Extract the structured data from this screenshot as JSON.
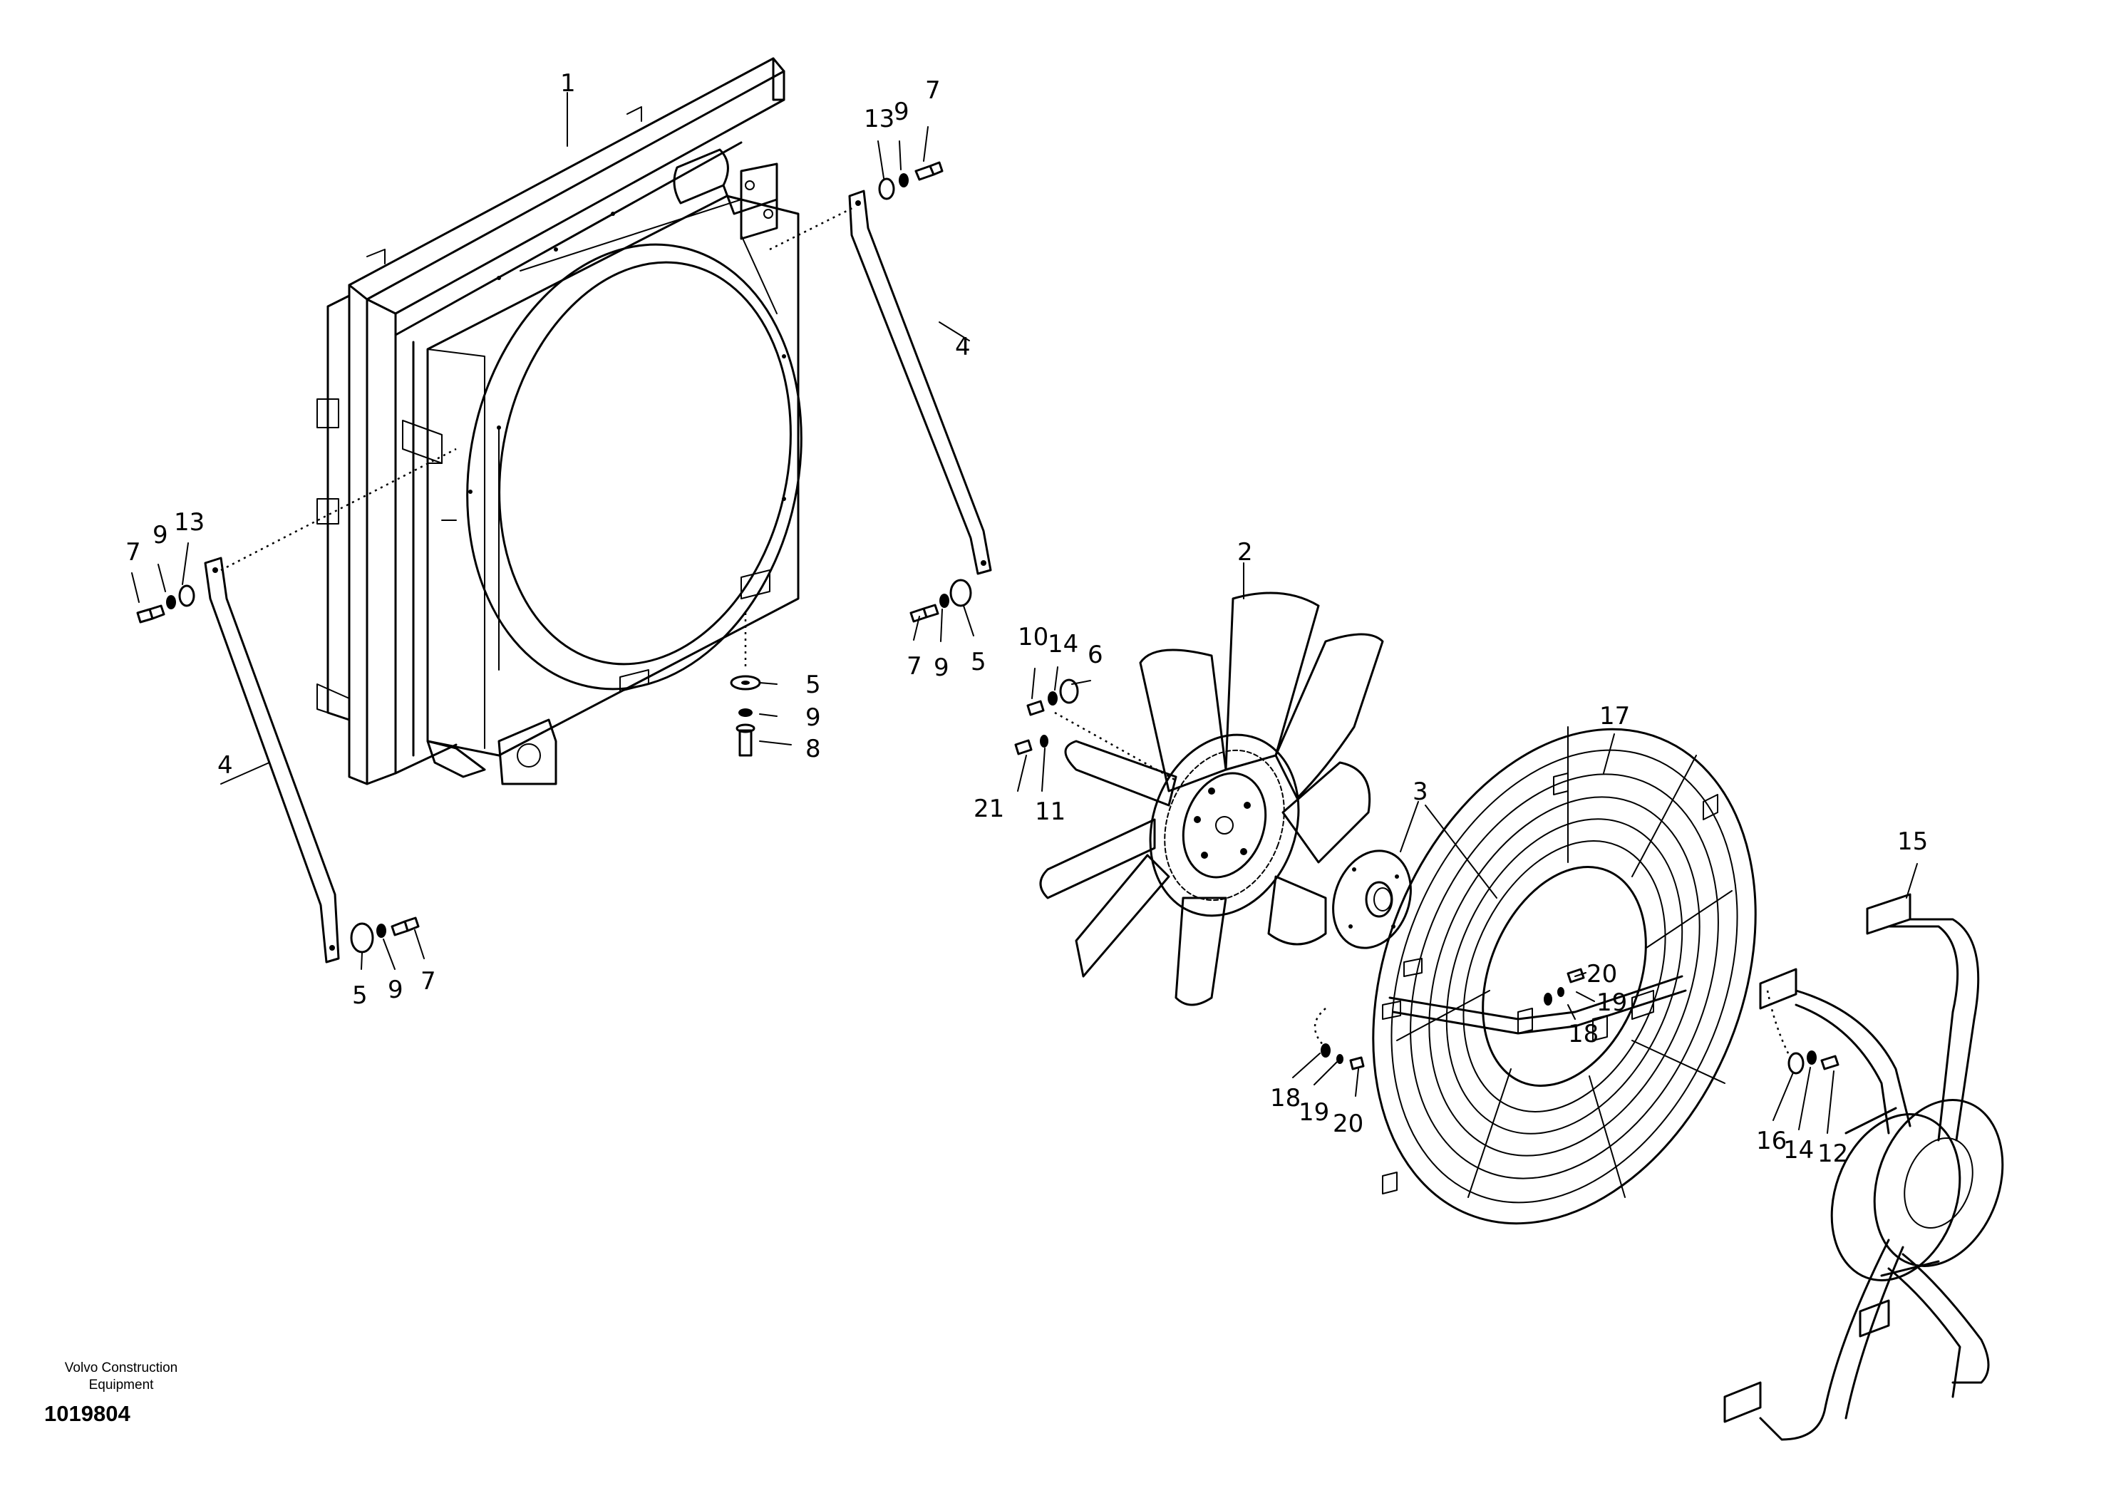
{
  "publisher": {
    "line1": "Volvo Construction",
    "line2": "Equipment"
  },
  "drawing_number": "1019804",
  "callouts": [
    {
      "id": "c1",
      "text": "1"
    },
    {
      "id": "c2",
      "text": "2"
    },
    {
      "id": "c3",
      "text": "3"
    },
    {
      "id": "c4a",
      "text": "4"
    },
    {
      "id": "c4b",
      "text": "4"
    },
    {
      "id": "c5a",
      "text": "5"
    },
    {
      "id": "c5b",
      "text": "5"
    },
    {
      "id": "c5c",
      "text": "5"
    },
    {
      "id": "c6",
      "text": "6"
    },
    {
      "id": "c7a",
      "text": "7"
    },
    {
      "id": "c7b",
      "text": "7"
    },
    {
      "id": "c7c",
      "text": "7"
    },
    {
      "id": "c7d",
      "text": "7"
    },
    {
      "id": "c8",
      "text": "8"
    },
    {
      "id": "c9a",
      "text": "9"
    },
    {
      "id": "c9b",
      "text": "9"
    },
    {
      "id": "c9c",
      "text": "9"
    },
    {
      "id": "c9d",
      "text": "9"
    },
    {
      "id": "c9e",
      "text": "9"
    },
    {
      "id": "c10",
      "text": "10"
    },
    {
      "id": "c11",
      "text": "11"
    },
    {
      "id": "c12",
      "text": "12"
    },
    {
      "id": "c13a",
      "text": "13"
    },
    {
      "id": "c13b",
      "text": "13"
    },
    {
      "id": "c14a",
      "text": "14"
    },
    {
      "id": "c14b",
      "text": "14"
    },
    {
      "id": "c15",
      "text": "15"
    },
    {
      "id": "c16",
      "text": "16"
    },
    {
      "id": "c17",
      "text": "17"
    },
    {
      "id": "c18a",
      "text": "18"
    },
    {
      "id": "c18b",
      "text": "18"
    },
    {
      "id": "c19a",
      "text": "19"
    },
    {
      "id": "c19b",
      "text": "19"
    },
    {
      "id": "c20a",
      "text": "20"
    },
    {
      "id": "c20b",
      "text": "20"
    },
    {
      "id": "c21",
      "text": "21"
    }
  ]
}
